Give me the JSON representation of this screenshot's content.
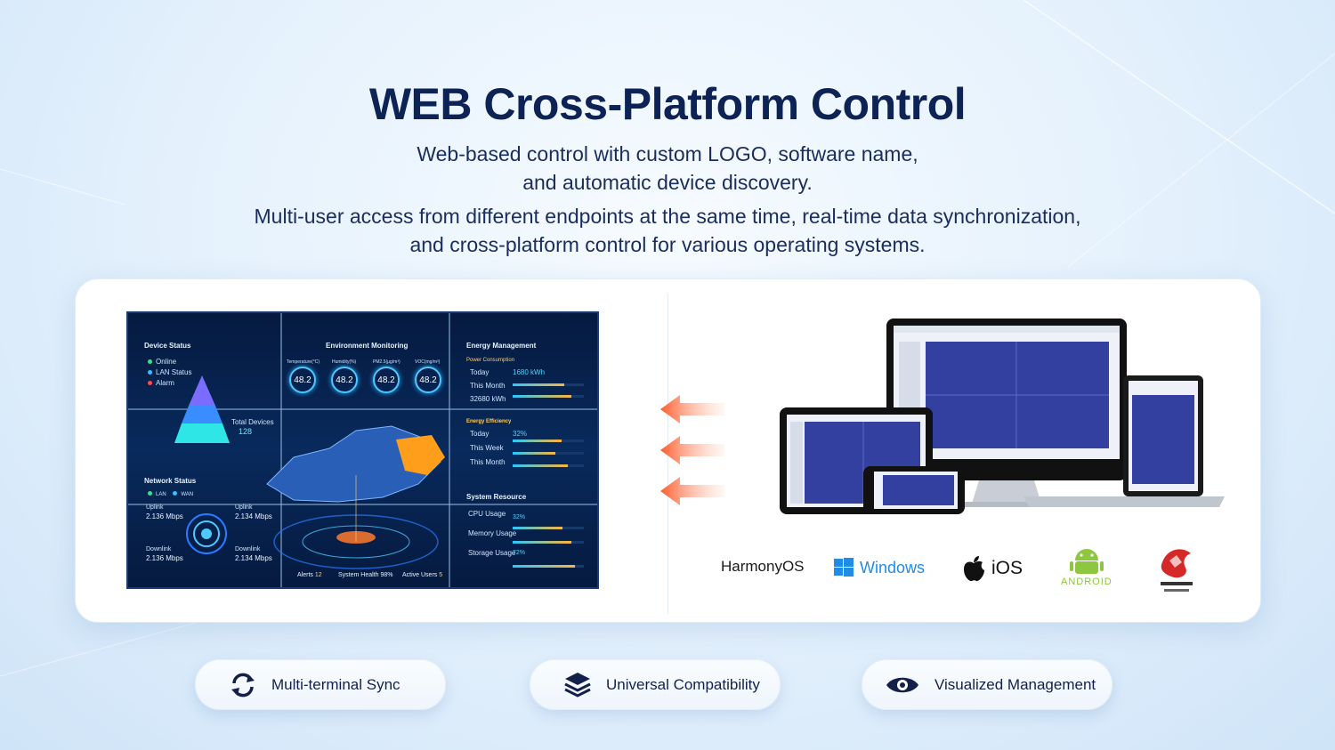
{
  "header": {
    "title": "WEB Cross-Platform Control",
    "sub1": "Web-based control with custom LOGO, software name,",
    "sub2": "and automatic device discovery.",
    "sub3": "Multi-user access from different endpoints at the same time, real-time data synchronization,",
    "sub4": "and cross-platform control for various operating systems."
  },
  "dashboard": {
    "device_status": {
      "title": "Device Status",
      "items": [
        "Online",
        "LAN Status",
        "Alarm"
      ],
      "total_label": "Total Devices",
      "total_value": "128"
    },
    "environment": {
      "title": "Environment Monitoring",
      "labels": [
        "Temperature(°C)",
        "Humidity(%)",
        "PM2.5(μg/m³)",
        "VOC(mg/m³)"
      ],
      "values": [
        "48.2",
        "48.2",
        "48.2",
        "48.2"
      ]
    },
    "energy": {
      "title": "Energy Management",
      "power_label": "Power Consumption",
      "rows": [
        "Today",
        "This Month"
      ],
      "today_value": "1680 kWh",
      "month_value": "32680 kWh"
    },
    "efficiency": {
      "title": "Energy Efficiency",
      "rows": [
        "Today",
        "This Week",
        "This Month"
      ],
      "value": "32%"
    },
    "network": {
      "title": "Network Status",
      "legend": [
        "LAN",
        "WAN"
      ],
      "uplink": "Uplink",
      "downlink": "Downlink",
      "speed": "2.136 Mbps",
      "speed2": "2.134 Mbps"
    },
    "system": {
      "title": "System Resource",
      "rows": [
        "CPU Usage",
        "Memory Usage",
        "Storage Usage"
      ],
      "cpu": "32%",
      "storage": "72%"
    },
    "footer": {
      "alerts": "Alerts",
      "alerts_value": "12",
      "health": "System Health 98%",
      "users": "Active Users",
      "users_value": "5"
    }
  },
  "os_logos": {
    "harmony": "HarmonyOS",
    "windows": "Windows",
    "ios": "iOS",
    "android": "ANDROID"
  },
  "features": [
    {
      "label": "Multi-terminal Sync",
      "icon": "sync-icon"
    },
    {
      "label": "Universal Compatibility",
      "icon": "layers-icon"
    },
    {
      "label": "Visualized Management",
      "icon": "eye-icon"
    }
  ],
  "colors": {
    "title": "#0d2255",
    "accent_arrow": "#ff6a3a",
    "windows": "#1f8ce6",
    "android": "#8dc63f"
  }
}
